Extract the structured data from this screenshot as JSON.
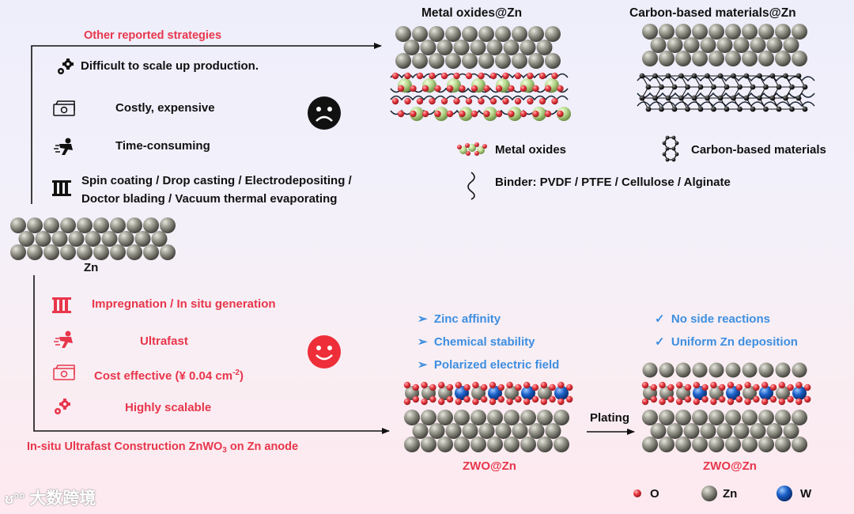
{
  "top": {
    "heading": "Other reported strategies",
    "items": [
      {
        "icon": "gears-icon",
        "text": "Difficult to scale up production."
      },
      {
        "icon": "money-icon",
        "text": "Costly, expensive"
      },
      {
        "icon": "runner-icon",
        "text": "Time-consuming"
      },
      {
        "icon": "test-tubes-icon",
        "line1": "Spin coating / Drop casting / Electrodepositing /",
        "line2": "Doctor blading / Vacuum thermal evaporating"
      }
    ],
    "face": "sad-face-icon",
    "panel_left_title": "Metal oxides@Zn",
    "panel_right_title": "Carbon-based materials@Zn",
    "legend_metal_oxides": "Metal oxides",
    "legend_carbon": "Carbon-based materials",
    "legend_binder": "Binder: PVDF / PTFE / Cellulose / Alginate"
  },
  "middle": {
    "zn_label": "Zn"
  },
  "bottom": {
    "items": [
      {
        "icon": "test-tubes-icon",
        "text": "Impregnation / In situ generation"
      },
      {
        "icon": "runner-icon",
        "text": "Ultrafast"
      },
      {
        "icon": "money-icon",
        "text_pre": "Cost effective (¥ 0.04 cm",
        "text_sup": "-2",
        "text_post": ")"
      },
      {
        "icon": "gears-icon",
        "text": "Highly scalable"
      }
    ],
    "face": "happy-face-icon",
    "construction_pre": "In-situ Ultrafast Construction ZnWO",
    "construction_sub": "3",
    "construction_post": " on Zn anode",
    "features": [
      "Zinc affinity",
      "Chemical stability",
      "Polarized electric field"
    ],
    "benefits": [
      "No side reactions",
      "Uniform Zn deposition"
    ],
    "feature_bullet": "➢",
    "benefit_bullet": "✓",
    "plating": "Plating",
    "zwo_left": "ZWO@Zn",
    "zwo_right": "ZWO@Zn",
    "legend_o": "O",
    "legend_zn": "Zn",
    "legend_w": "W"
  },
  "watermark": "大数跨境",
  "colors": {
    "accent_red": "#e8364b",
    "accent_blue": "#3d8ee0",
    "zn_atom": "#8d8d82",
    "o_atom": "#e8373f",
    "w_atom": "#1a60c8",
    "mo_atom": "#b9d88e"
  }
}
